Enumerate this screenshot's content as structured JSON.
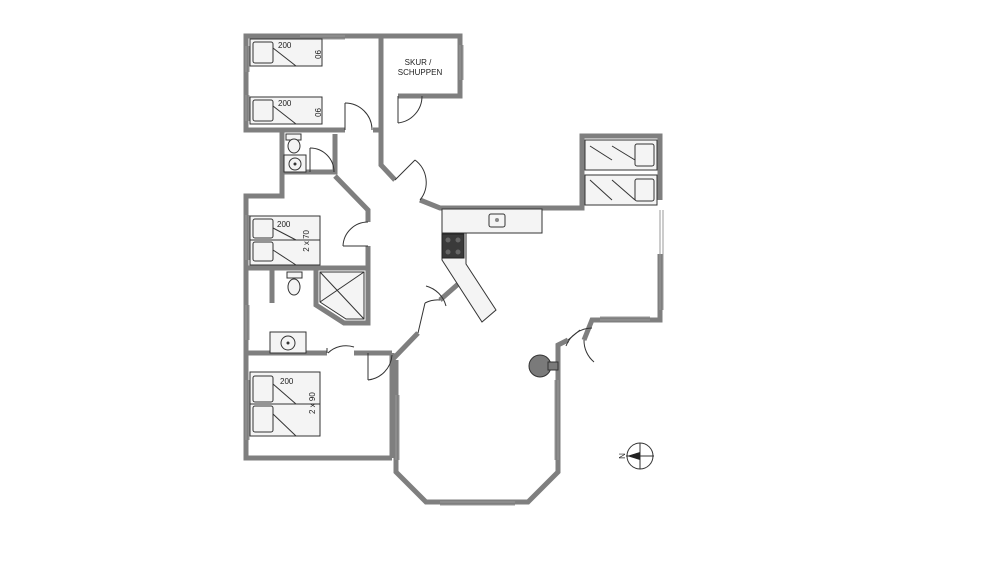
{
  "rooms": {
    "shed_label_line1": "SKUR /",
    "shed_label_line2": "SCHUPPEN"
  },
  "beds": {
    "bed1_length": "200",
    "bed1_width": "90",
    "bed2_length": "200",
    "bed2_width": "90",
    "bed3_length": "200",
    "bed3_width": "2 x 70",
    "bed4_length": "200",
    "bed4_width": "2 x 90"
  },
  "compass": {
    "north_letter": "N"
  }
}
